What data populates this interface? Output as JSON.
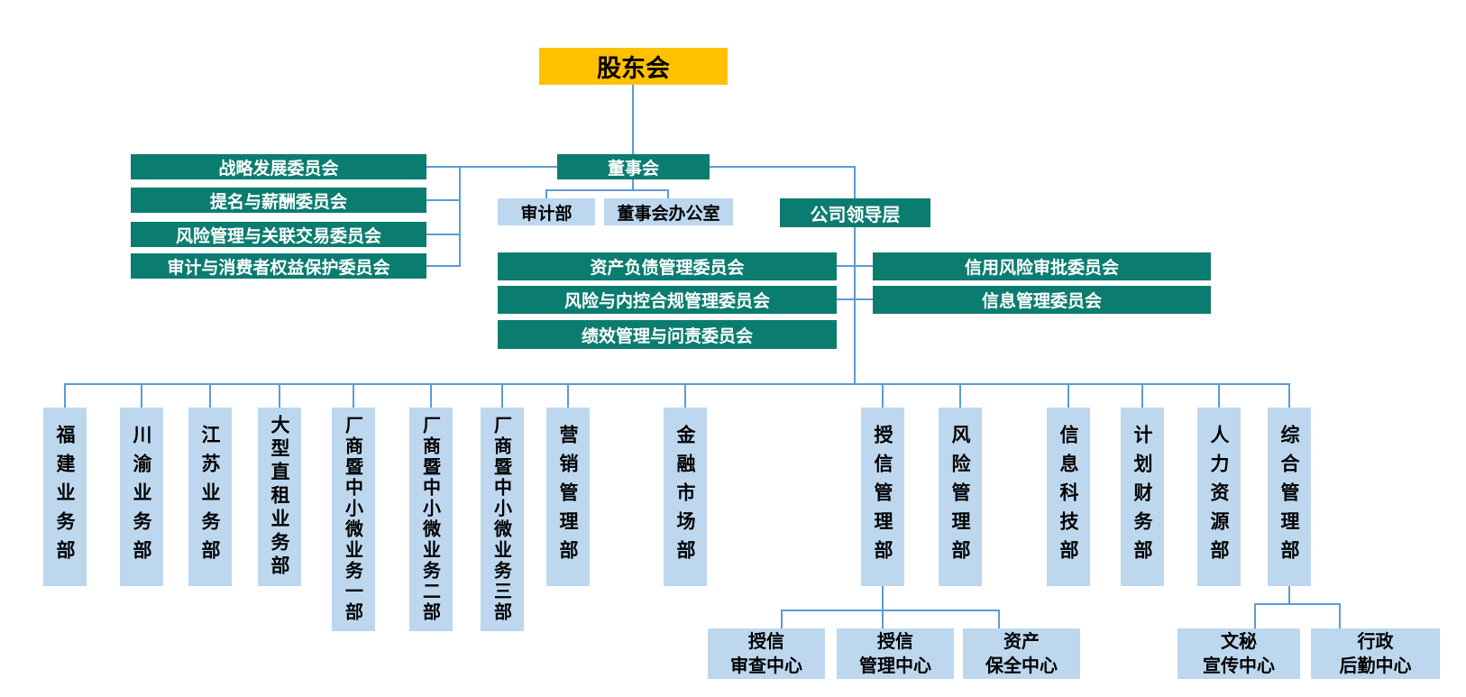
{
  "palette": {
    "gold": "#FFC000",
    "teal": "#0B7C70",
    "light_blue": "#BDD7EE",
    "line_blue": "#5B9BD5",
    "text_dark": "#000000",
    "text_light": "#FFFFFF"
  },
  "org": {
    "root": "股东会",
    "board": "董事会",
    "board_committees": [
      "战略发展委员会",
      "提名与薪酬委员会",
      "风险管理与关联交易委员会",
      "审计与消费者权益保护委员会"
    ],
    "offices": [
      "审计部",
      "董事会办公室"
    ],
    "leadership": "公司领导层",
    "exec_committees_left": [
      "资产负债管理委员会",
      "风险与内控合规管理委员会",
      "绩效管理与问责委员会"
    ],
    "exec_committees_right": [
      "信用风险审批委员会",
      "信息管理委员会"
    ],
    "departments": [
      "福建业务部",
      "川渝业务部",
      "江苏业务部",
      "大型直租业务部",
      "厂商暨中小微业务一部",
      "厂商暨中小微业务二部",
      "厂商暨中小微业务三部",
      "营销管理部",
      "金融市场部",
      "授信管理部",
      "风险管理部",
      "信息科技部",
      "计划财务部",
      "人力资源部",
      "综合管理部"
    ],
    "credit_centers": [
      "授信\n审查中心",
      "授信\n管理中心",
      "资产\n保全中心"
    ],
    "admin_centers": [
      "文秘\n宣传中心",
      "行政\n后勤中心"
    ]
  }
}
